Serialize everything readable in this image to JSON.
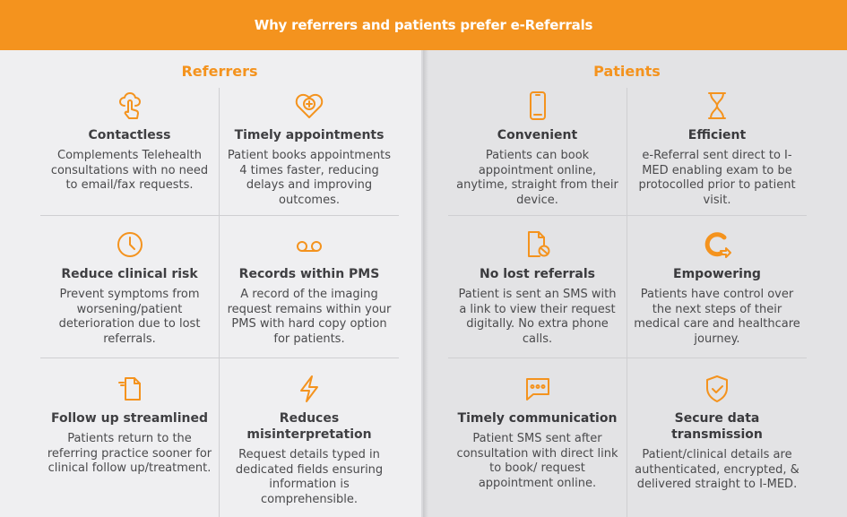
{
  "header": {
    "title": "Why referrers and patients prefer e-Referrals"
  },
  "colors": {
    "accent": "#f4931e",
    "left_bg": "#efeff1",
    "right_bg": "#e3e3e5",
    "text": "#4a4a4c"
  },
  "referrers": {
    "title": "Referrers",
    "items": [
      {
        "icon": "touch-cloud-icon",
        "title": "Contactless",
        "body": "Complements Telehealth consultations with no need to email/fax requests."
      },
      {
        "icon": "heart-plus-icon",
        "title": "Timely appointments",
        "body": "Patient books appointments 4 times faster, reducing delays and improving outcomes."
      },
      {
        "icon": "clock-icon",
        "title": "Reduce clinical risk",
        "body": "Prevent symptoms from worsening/patient deterioration due to lost referrals."
      },
      {
        "icon": "voicemail-icon",
        "title": "Records within  PMS",
        "body": "A record of the imaging request remains within your PMS with hard copy option for patients."
      },
      {
        "icon": "fast-document-icon",
        "title": "Follow up streamlined",
        "body": "Patients return to the referring practice sooner for clinical follow up/treatment."
      },
      {
        "icon": "lightning-icon",
        "title": "Reduces misinterpretation",
        "body": "Request details typed in dedicated fields ensuring information is comprehensible."
      }
    ]
  },
  "patients": {
    "title": "Patients",
    "items": [
      {
        "icon": "smartphone-icon",
        "title": "Convenient",
        "body": "Patients can book appointment online, anytime, straight from their device."
      },
      {
        "icon": "hourglass-icon",
        "title": "Efficient",
        "body": "e-Referral sent direct to I-MED enabling exam to be protocolled prior to patient visit."
      },
      {
        "icon": "document-blocked-icon",
        "title": "No lost referrals",
        "body": "Patient is sent an SMS with a link to view their request digitally. No extra phone calls."
      },
      {
        "icon": "lifebuoy-arrow-icon",
        "title": "Empowering",
        "body": "Patients have control over the next steps of their medical care and healthcare journey."
      },
      {
        "icon": "chat-bubble-icon",
        "title": "Timely communication",
        "body": "Patient SMS sent after consultation with direct link to book/ request appointment online."
      },
      {
        "icon": "shield-check-icon",
        "title": "Secure data transmission",
        "body": "Patient/clinical details are authenticated, encrypted, & delivered straight to I-MED."
      }
    ]
  }
}
